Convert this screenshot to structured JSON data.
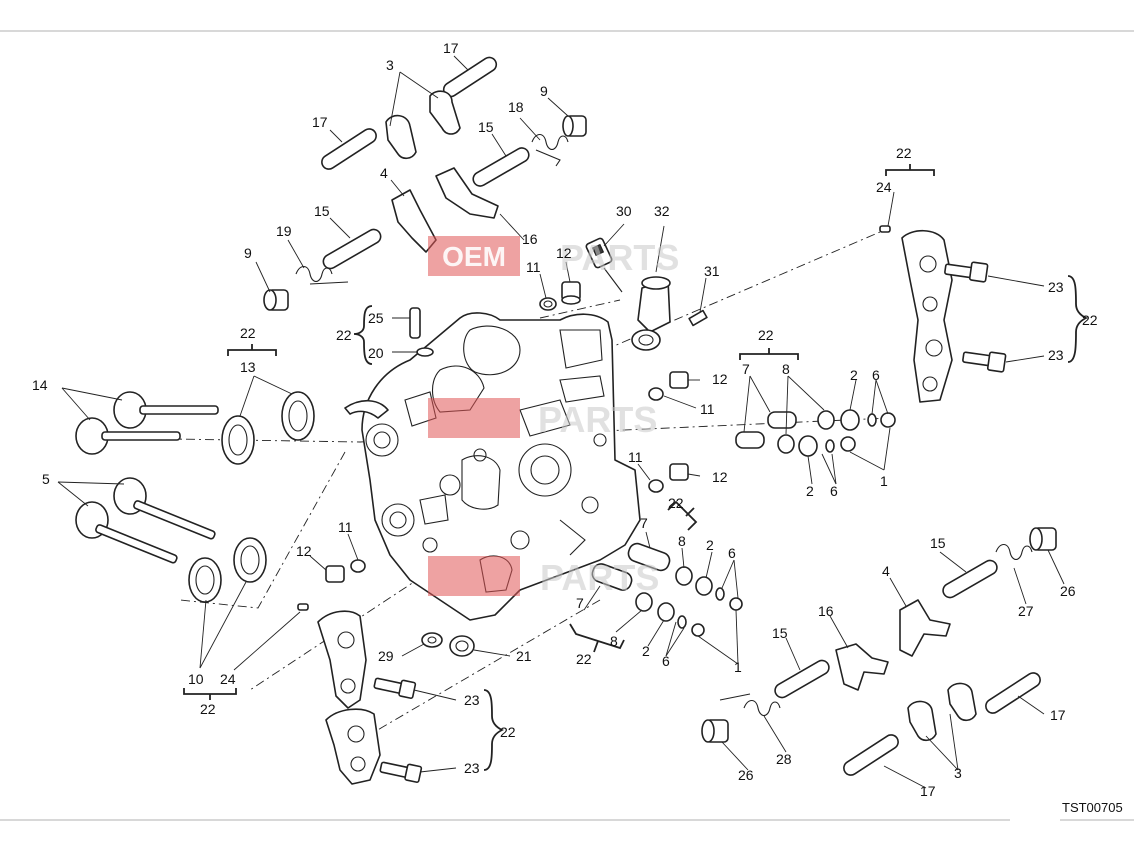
{
  "drawing_code": "TST00705",
  "watermark": {
    "oem": "OEM",
    "parts": "PARTS",
    "fragments": [
      "P",
      "RTS"
    ]
  },
  "callouts": {
    "c1a": "1",
    "c1b": "1",
    "c2a": "2",
    "c2b": "2",
    "c2c": "2",
    "c2d": "2",
    "c3a": "3",
    "c3b": "3",
    "c4a": "4",
    "c4b": "4",
    "c5": "5",
    "c6a": "6",
    "c6b": "6",
    "c6c": "6",
    "c6d": "6",
    "c7a": "7",
    "c7b": "7",
    "c7c": "7",
    "c8a": "8",
    "c8b": "8",
    "c8c": "8",
    "c9a": "9",
    "c9b": "9",
    "c10": "10",
    "c11a": "11",
    "c11b": "11",
    "c11c": "11",
    "c11d": "11",
    "c12a": "12",
    "c12b": "12",
    "c12c": "12",
    "c12d": "12",
    "c13": "13",
    "c14": "14",
    "c15a": "15",
    "c15b": "15",
    "c15c": "15",
    "c15d": "15",
    "c16a": "16",
    "c16b": "16",
    "c17a": "17",
    "c17b": "17",
    "c17c": "17",
    "c17d": "17",
    "c18": "18",
    "c19": "19",
    "c20": "20",
    "c21": "21",
    "c22a": "22",
    "c22b": "22",
    "c22c": "22",
    "c22d": "22",
    "c22e": "22",
    "c22f": "22",
    "c22g": "22",
    "c22h": "22",
    "c22i": "22",
    "c23a": "23",
    "c23b": "23",
    "c23c": "23",
    "c23d": "23",
    "c24a": "24",
    "c24b": "24",
    "c25": "25",
    "c26a": "26",
    "c26b": "26",
    "c27": "27",
    "c28": "28",
    "c29": "29",
    "c30": "30",
    "c31": "31",
    "c32": "32"
  }
}
